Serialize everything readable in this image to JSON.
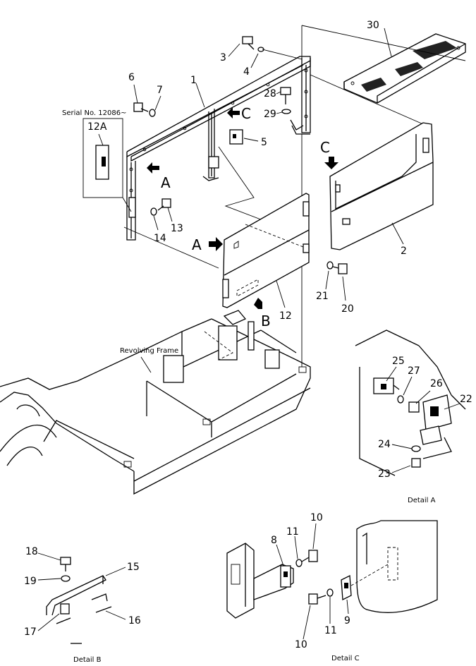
{
  "captions": {
    "serial": "Serial No. 12086~",
    "revolving_frame": "Revolving Frame",
    "detail_a": "Detail A",
    "detail_b": "Detail B",
    "detail_c": "Detail C"
  },
  "view_letters": {
    "a1": "A",
    "a2": "A",
    "b": "B",
    "c1": "C",
    "c2": "C"
  },
  "callouts": {
    "n1": "1",
    "n2": "2",
    "n3": "3",
    "n4": "4",
    "n5": "5",
    "n6": "6",
    "n7": "7",
    "n12": "12",
    "n12a": "12A",
    "n13": "13",
    "n14": "14",
    "n20": "20",
    "n21": "21",
    "n28": "28",
    "n29": "29",
    "n30": "30",
    "n22": "22",
    "n23": "23",
    "n24": "24",
    "n25": "25",
    "n26": "26",
    "n27": "27",
    "n15": "15",
    "n16": "16",
    "n17": "17",
    "n18": "18",
    "n19": "19",
    "n8": "8",
    "n9": "9",
    "n10a": "10",
    "n10b": "10",
    "n11a": "11",
    "n11b": "11"
  }
}
